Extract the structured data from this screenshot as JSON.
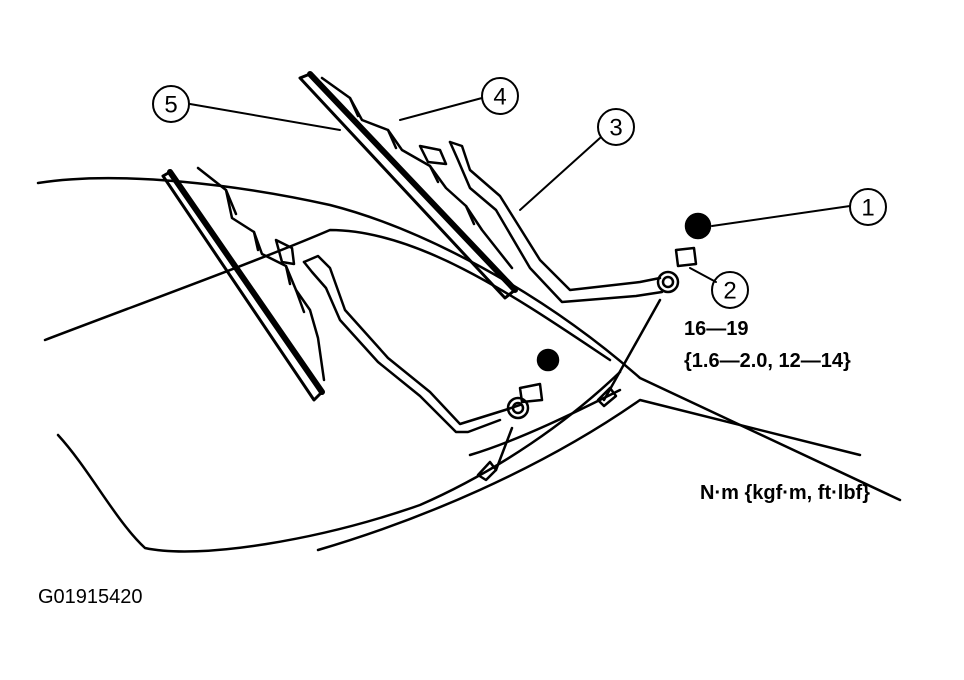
{
  "callouts": [
    {
      "number": "1",
      "part": "cap"
    },
    {
      "number": "2",
      "part": "nut"
    },
    {
      "number": "3",
      "part": "wiper arm"
    },
    {
      "number": "4",
      "part": "wiper blade"
    },
    {
      "number": "5",
      "part": "blade rubber"
    }
  ],
  "torque": {
    "range": "16—19",
    "alt_units": "{1.6—2.0, 12—14}",
    "units_label": "N·m {kgf·m, ft·lbf}"
  },
  "figure_code": "G01915420",
  "colors": {
    "ink": "#000000",
    "background": "#ffffff"
  }
}
